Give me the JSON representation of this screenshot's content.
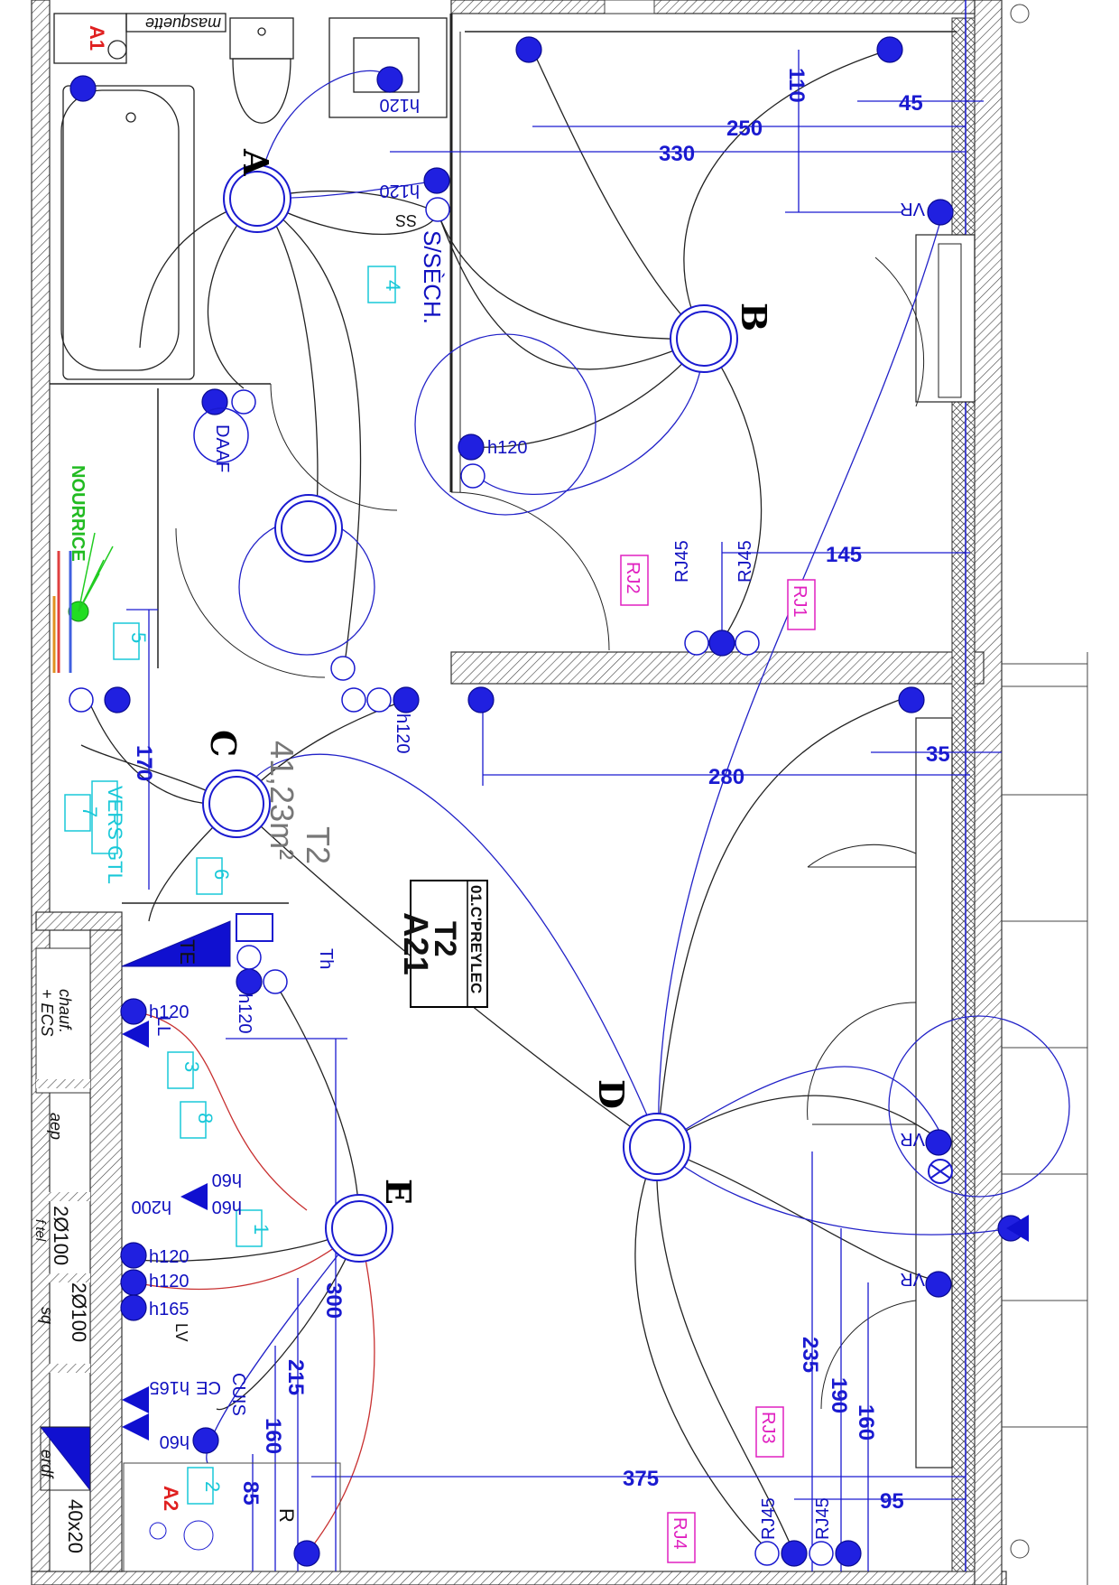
{
  "plan": {
    "cartouche": {
      "line1": "01.C'PREYLEC",
      "line2": "T2",
      "line3": "A21"
    },
    "area": {
      "label": "T2",
      "value": "41,23m²"
    },
    "rooms": [
      "A",
      "B",
      "C",
      "D",
      "E"
    ],
    "dimensions": {
      "d110": "110",
      "d45": "45",
      "d250": "250",
      "d330": "330",
      "d145": "145",
      "d280": "280",
      "d35": "35",
      "d170": "170",
      "d300": "300",
      "d215": "215",
      "d160a": "160",
      "d85": "85",
      "d235": "235",
      "d190": "190",
      "d160b": "160",
      "d375": "375",
      "d95": "95"
    },
    "heights": {
      "h120a": "h120",
      "h120b": "h120",
      "h120c": "h120",
      "h120d": "h120",
      "h120e": "h120",
      "h120f": "h120",
      "h120g": "h120",
      "h165a": "h165",
      "h165b": "h165",
      "h60a": "h60",
      "h60b": "h60",
      "h60c": "h60",
      "h200": "h200"
    },
    "labels": {
      "masquette": "masquette",
      "a1": "A1",
      "a2": "A2",
      "ss": "SS",
      "ss2": "S/SÈCH.",
      "daaf": "DAAF",
      "nourrice": "NOURRICE",
      "vers_gtl": "VERS GTL",
      "vr1": "VR",
      "vr2": "VR",
      "vr3": "VR",
      "rj45a": "RJ45",
      "rj45b": "RJ45",
      "rj45c": "RJ45",
      "rj45d": "RJ45",
      "rj1": "RJ1",
      "rj2": "RJ2",
      "rj3": "RJ3",
      "rj4": "RJ4",
      "te": "TE",
      "th": "Th",
      "lv": "LV",
      "ll": "LL",
      "ce": "CE",
      "cuis": "CUIS",
      "r": "R",
      "chauf": "chauf.",
      "ecs": "+ ECS",
      "aep": "aep",
      "d2x100a": "2Ø100",
      "ftel": "f tel",
      "d2x100b": "2Ø100",
      "sq": "sq",
      "erdf": "erdf",
      "size40x20": "40x20"
    },
    "circuits": [
      "1",
      "2",
      "3",
      "4",
      "5",
      "6",
      "7",
      "8"
    ]
  }
}
